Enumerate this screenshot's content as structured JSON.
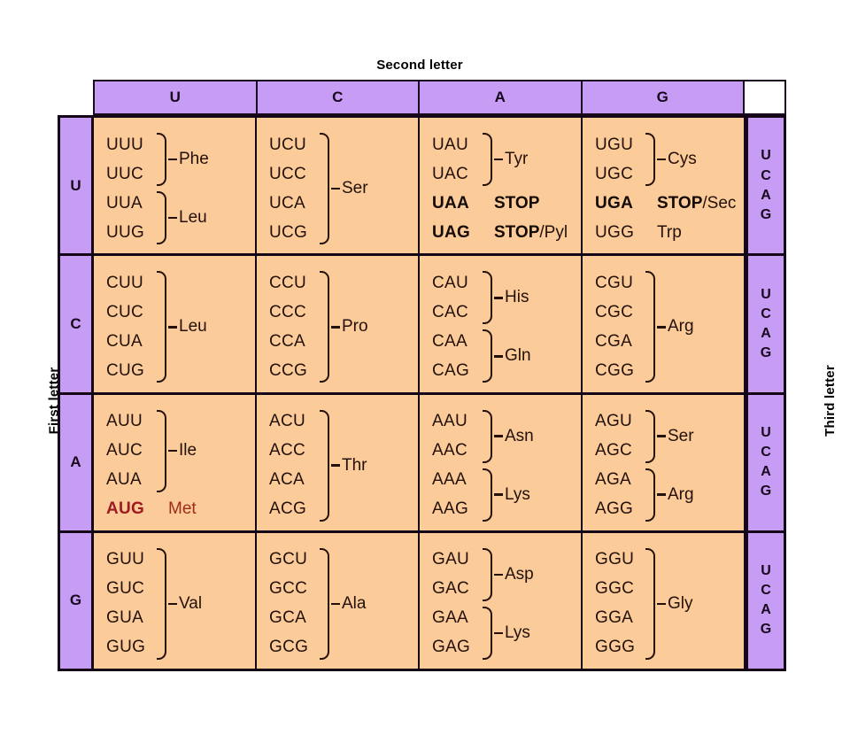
{
  "titles": {
    "second_letter": "Second letter",
    "first_letter": "First letter",
    "third_letter": "Third letter"
  },
  "colors": {
    "header_purple": "#c79cf5",
    "cell_orange": "#fbcb9a",
    "border_dark": "#140616",
    "text_dark": "#231109",
    "start_codon_red": "#9e1b22"
  },
  "second_letter_headers": [
    "U",
    "C",
    "A",
    "G"
  ],
  "first_letter_labels": [
    "U",
    "C",
    "A",
    "G"
  ],
  "third_letter_labels": [
    "U",
    "C",
    "A",
    "G"
  ],
  "rows": [
    {
      "first": "U",
      "cells": [
        {
          "codons": [
            "UUU",
            "UUC",
            "UUA",
            "UUG"
          ],
          "groups": [
            {
              "label": "Phe",
              "from": 0,
              "to": 1
            },
            {
              "label": "Leu",
              "from": 2,
              "to": 3
            }
          ]
        },
        {
          "codons": [
            "UCU",
            "UCC",
            "UCA",
            "UCG"
          ],
          "groups": [
            {
              "label": "Ser",
              "from": 0,
              "to": 3
            }
          ]
        },
        {
          "codons": [
            "UAU",
            "UAC",
            "UAA",
            "UAG"
          ],
          "bold": [
            2,
            3
          ],
          "groups": [
            {
              "label": "Tyr",
              "from": 0,
              "to": 1
            }
          ],
          "inline": [
            {
              "index": 2,
              "bold_text": "STOP",
              "plain_text": ""
            },
            {
              "index": 3,
              "bold_text": "STOP",
              "plain_text": "/Pyl"
            }
          ]
        },
        {
          "codons": [
            "UGU",
            "UGC",
            "UGA",
            "UGG"
          ],
          "bold": [
            2
          ],
          "groups": [
            {
              "label": "Cys",
              "from": 0,
              "to": 1
            }
          ],
          "inline": [
            {
              "index": 2,
              "bold_text": "STOP",
              "plain_text": "/Sec"
            },
            {
              "index": 3,
              "bold_text": "",
              "plain_text": "Trp"
            }
          ]
        }
      ]
    },
    {
      "first": "C",
      "cells": [
        {
          "codons": [
            "CUU",
            "CUC",
            "CUA",
            "CUG"
          ],
          "groups": [
            {
              "label": "Leu",
              "from": 0,
              "to": 3
            }
          ]
        },
        {
          "codons": [
            "CCU",
            "CCC",
            "CCA",
            "CCG"
          ],
          "groups": [
            {
              "label": "Pro",
              "from": 0,
              "to": 3
            }
          ]
        },
        {
          "codons": [
            "CAU",
            "CAC",
            "CAA",
            "CAG"
          ],
          "groups": [
            {
              "label": "His",
              "from": 0,
              "to": 1
            },
            {
              "label": "Gln",
              "from": 2,
              "to": 3
            }
          ]
        },
        {
          "codons": [
            "CGU",
            "CGC",
            "CGA",
            "CGG"
          ],
          "groups": [
            {
              "label": "Arg",
              "from": 0,
              "to": 3
            }
          ]
        }
      ]
    },
    {
      "first": "A",
      "cells": [
        {
          "codons": [
            "AUU",
            "AUC",
            "AUA",
            "AUG"
          ],
          "start": [
            3
          ],
          "groups": [
            {
              "label": "Ile",
              "from": 0,
              "to": 2
            }
          ],
          "inline": [
            {
              "index": 3,
              "bold_text": "",
              "plain_text": "Met",
              "style": "met"
            }
          ]
        },
        {
          "codons": [
            "ACU",
            "ACC",
            "ACA",
            "ACG"
          ],
          "groups": [
            {
              "label": "Thr",
              "from": 0,
              "to": 3
            }
          ]
        },
        {
          "codons": [
            "AAU",
            "AAC",
            "AAA",
            "AAG"
          ],
          "groups": [
            {
              "label": "Asn",
              "from": 0,
              "to": 1
            },
            {
              "label": "Lys",
              "from": 2,
              "to": 3
            }
          ]
        },
        {
          "codons": [
            "AGU",
            "AGC",
            "AGA",
            "AGG"
          ],
          "groups": [
            {
              "label": "Ser",
              "from": 0,
              "to": 1
            },
            {
              "label": "Arg",
              "from": 2,
              "to": 3
            }
          ]
        }
      ]
    },
    {
      "first": "G",
      "cells": [
        {
          "codons": [
            "GUU",
            "GUC",
            "GUA",
            "GUG"
          ],
          "groups": [
            {
              "label": "Val",
              "from": 0,
              "to": 3
            }
          ]
        },
        {
          "codons": [
            "GCU",
            "GCC",
            "GCA",
            "GCG"
          ],
          "groups": [
            {
              "label": "Ala",
              "from": 0,
              "to": 3
            }
          ]
        },
        {
          "codons": [
            "GAU",
            "GAC",
            "GAA",
            "GAG"
          ],
          "groups": [
            {
              "label": "Asp",
              "from": 0,
              "to": 1
            },
            {
              "label": "Lys",
              "from": 2,
              "to": 3
            }
          ]
        },
        {
          "codons": [
            "GGU",
            "GGC",
            "GGA",
            "GGG"
          ],
          "groups": [
            {
              "label": "Gly",
              "from": 0,
              "to": 3
            }
          ]
        }
      ]
    }
  ]
}
